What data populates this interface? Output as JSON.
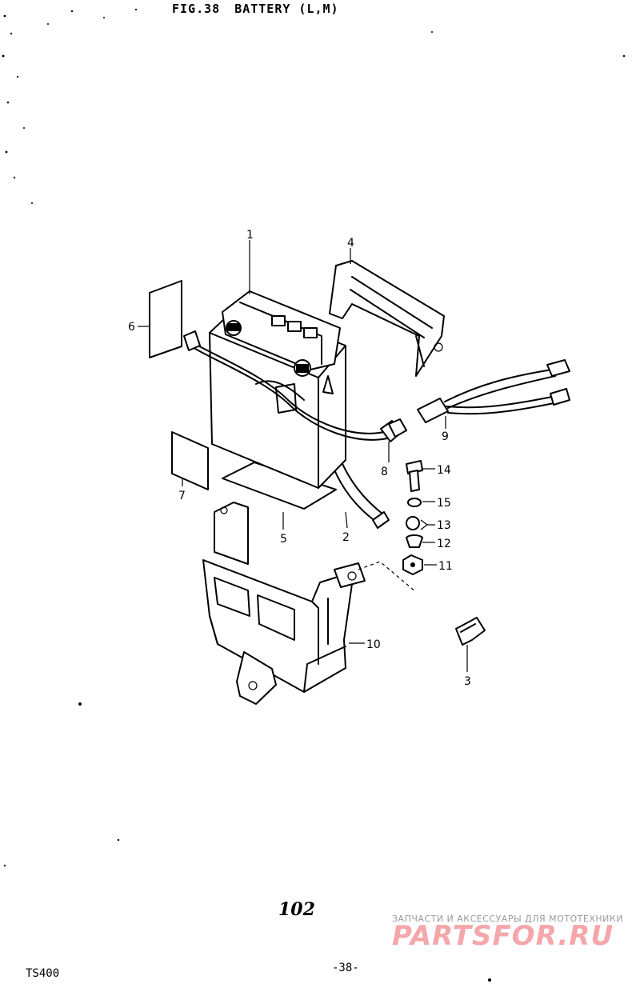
{
  "header": {
    "fig_id": "FIG.38",
    "title": "BATTERY (L,M)"
  },
  "diagram": {
    "callouts": [
      "1",
      "4",
      "6",
      "8",
      "9",
      "7",
      "5",
      "2",
      "14",
      "15",
      "13",
      "12",
      "11",
      "10",
      "3"
    ]
  },
  "footer": {
    "page_number": "102",
    "model": "TS400",
    "sheet": "-38-",
    "watermark_tagline": "ЗАПЧАСТИ И АКСЕССУАРЫ ДЛЯ МОТОТЕХНИКИ",
    "watermark_logo": "PARTSFOR.RU"
  }
}
